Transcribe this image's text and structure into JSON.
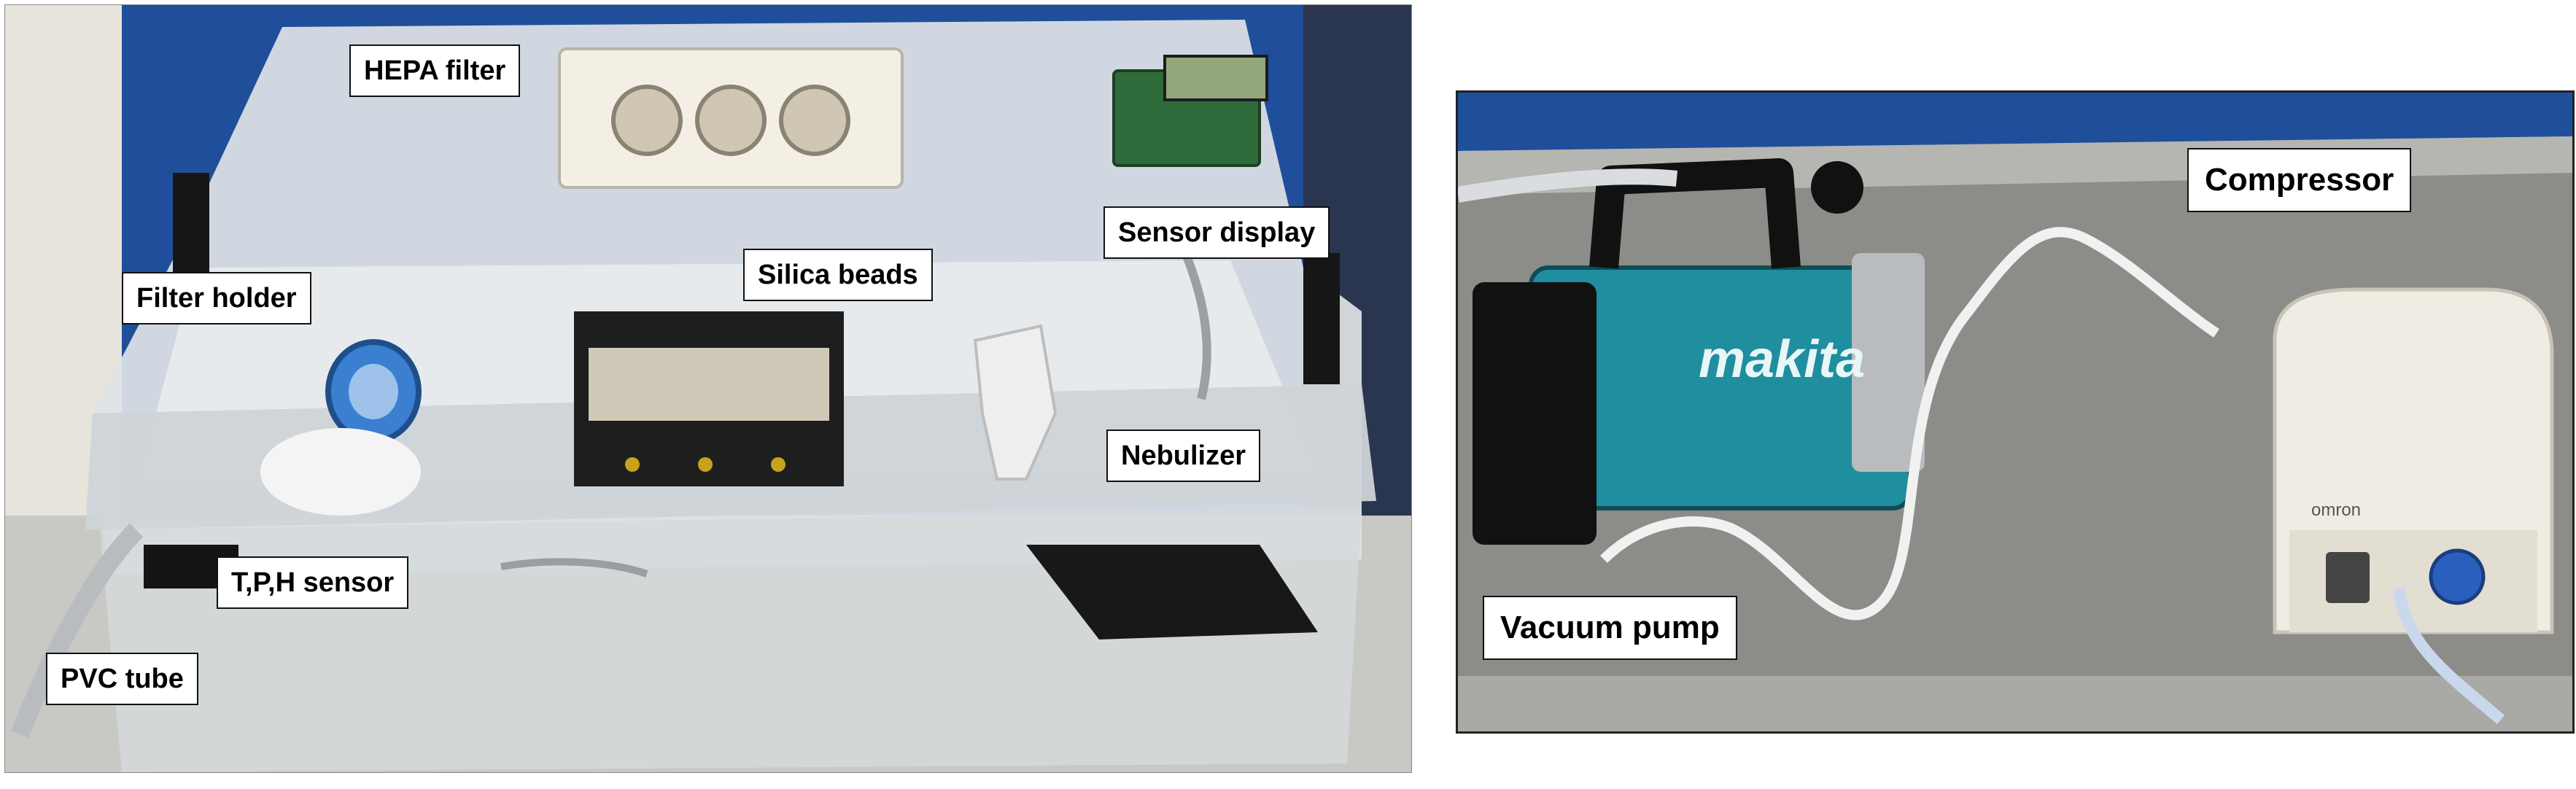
{
  "left_panel": {
    "labels": {
      "hepa_filter": "HEPA filter",
      "sensor_display": "Sensor display",
      "filter_holder": "Filter holder",
      "silica_beads": "Silica beads",
      "nebulizer": "Nebulizer",
      "tph_sensor": "T,P,H sensor",
      "pvc_tube": "PVC tube"
    }
  },
  "right_panel": {
    "labels": {
      "compressor": "Compressor",
      "vacuum_pump": "Vacuum pump"
    },
    "pump_brand": "makita",
    "compressor_brand": "omron"
  },
  "colors": {
    "wall_blue": "#1f4f9a",
    "tray_grey": "#8c8c88",
    "box_plastic": "#d9dde0",
    "pump_teal": "#1f8e9e",
    "filter_blue": "#3a7fd0"
  }
}
